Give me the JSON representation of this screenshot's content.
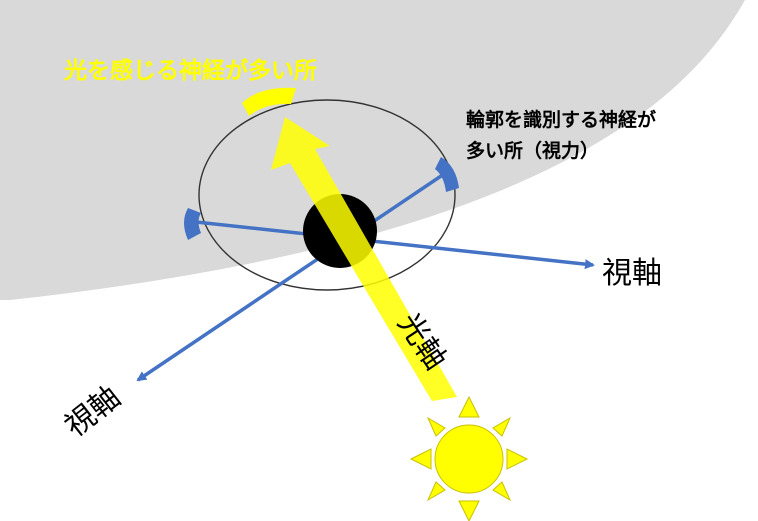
{
  "labels": {
    "light_sensitive_area": "光を感じる神経が多い所",
    "contour_area_line1": "輪郭を識別する神経が",
    "contour_area_line2": "多い所（視力）",
    "visual_axis_right": "視軸",
    "visual_axis_left": "視軸",
    "optical_axis": "光軸"
  },
  "colors": {
    "eye_surface": "#d9d9d9",
    "light_beam": "#ffff00",
    "sun": "#ffff00",
    "visual_axis": "#4472c4",
    "blue_marker": "#4472c4",
    "pupil": "#000000",
    "label_yellow": "#ffff00",
    "label_dark": "#000000"
  },
  "icons": {
    "sun": "sun-icon"
  }
}
